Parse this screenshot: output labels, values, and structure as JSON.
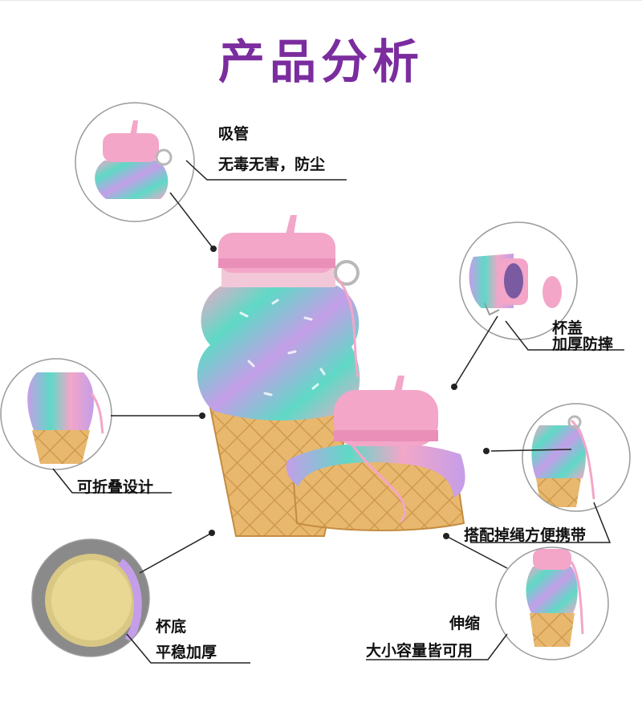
{
  "title": "产品分析",
  "colors": {
    "title": "#7b2c9e",
    "pink": "#f3a6c8",
    "mint": "#5fd9c6",
    "lavender": "#c49ee8",
    "cone": "#e8b86e",
    "line": "#222222"
  },
  "features": [
    {
      "name": "吸管",
      "desc": "无毒无害，防尘"
    },
    {
      "name": "杯盖",
      "desc": "加厚防摔"
    },
    {
      "name": "可折叠设计"
    },
    {
      "name": "搭配掉绳方便携带"
    },
    {
      "name": "杯底",
      "desc": "平稳加厚"
    },
    {
      "name": "伸缩",
      "desc": "大小容量皆可用"
    }
  ]
}
